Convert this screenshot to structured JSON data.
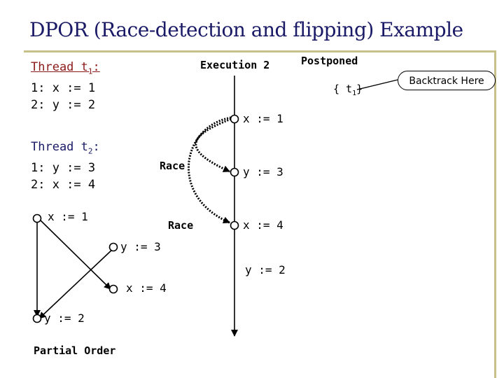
{
  "title": "DPOR (Race-detection and flipping) Example",
  "thread1": {
    "name": "Thread t",
    "sub": "1",
    "suffix": ":",
    "lines": [
      "1: x := 1",
      "2: y := 2"
    ]
  },
  "thread2": {
    "name": "Thread t",
    "sub": "2",
    "suffix": ":",
    "lines": [
      "1: y := 3",
      "2: x := 4"
    ]
  },
  "execution": {
    "label": "Execution 2",
    "events": [
      "x := 1",
      "y := 3",
      "x := 4",
      "y := 2"
    ]
  },
  "race_labels": [
    "Race",
    "Race"
  ],
  "postponed": {
    "label": "Postponed",
    "set": "{ t",
    "set_sub": "1",
    "set_close": "}"
  },
  "backtrack_label": "Backtrack Here",
  "partial_order": {
    "label": "Partial Order",
    "nodes": [
      "x := 1",
      "y := 3",
      "x := 4",
      "y := 2"
    ]
  },
  "colors": {
    "title": "#1a1a66",
    "thread1_header": "#8b1a1a",
    "rule": "#c8c08a",
    "node_fill": "#ffffff"
  }
}
